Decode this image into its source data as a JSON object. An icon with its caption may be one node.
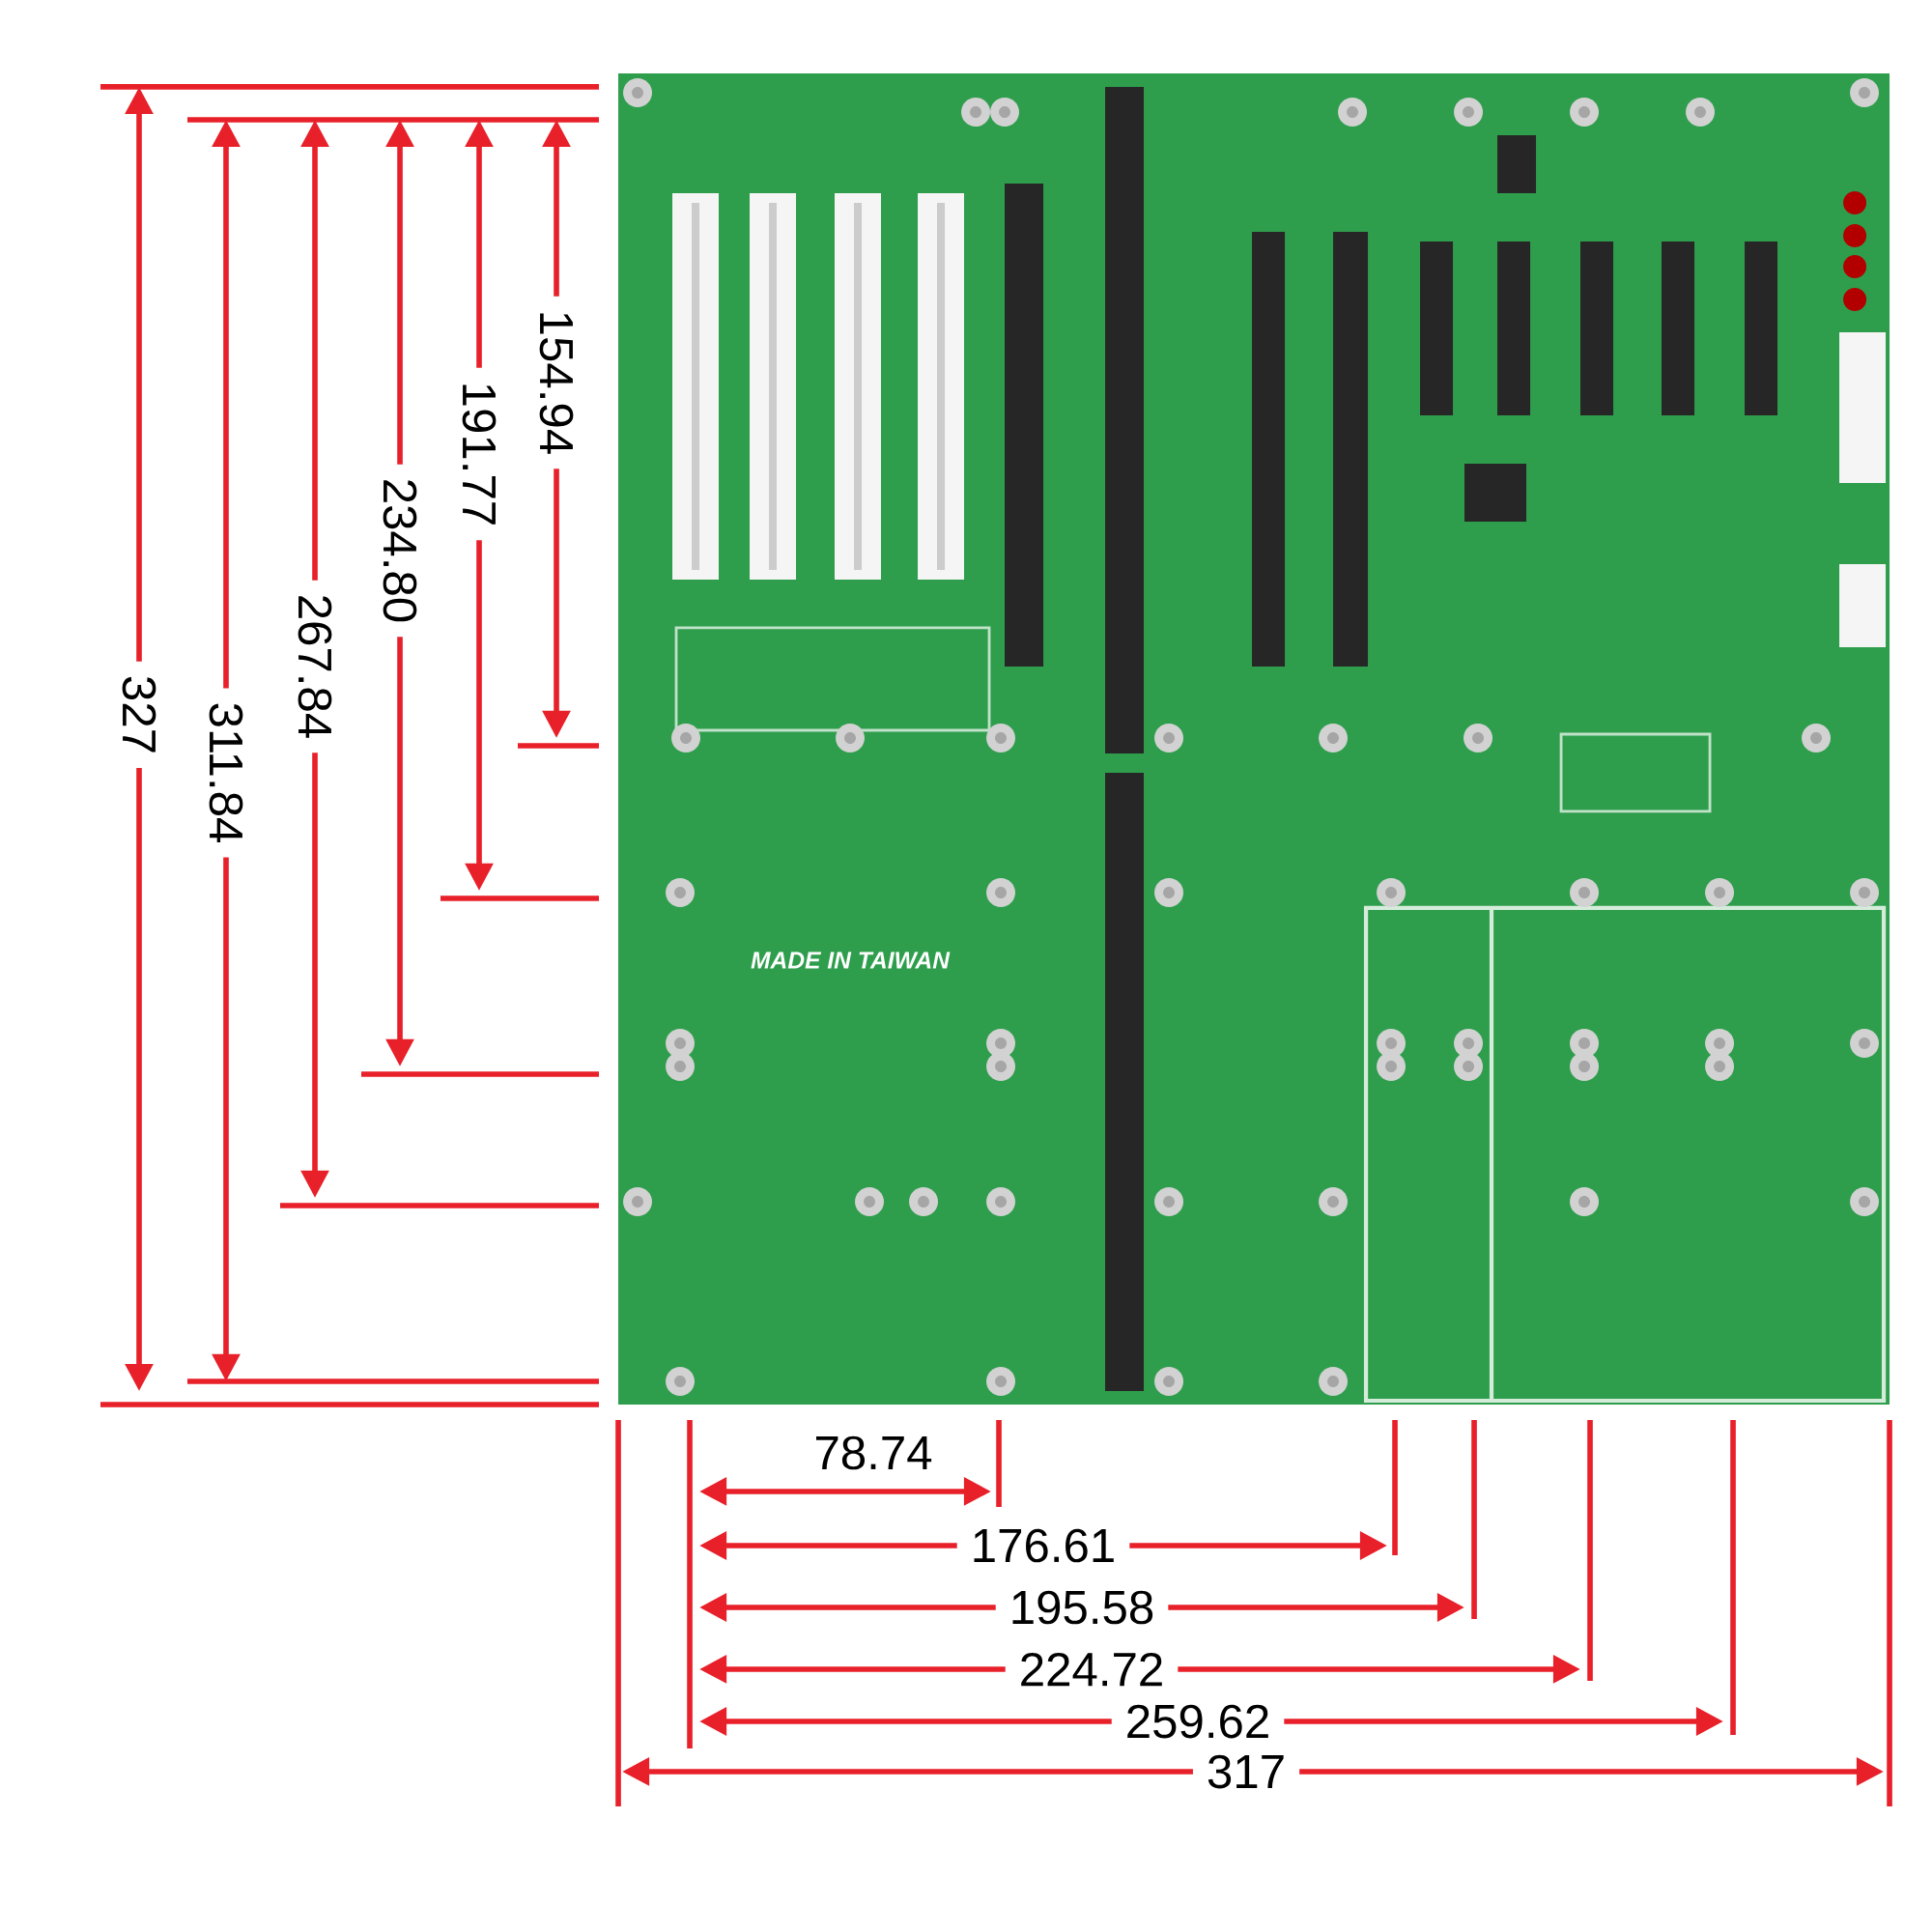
{
  "diagram": {
    "labels": [
      "154.94",
      "191.77",
      "234.80",
      "267.84",
      "311.84",
      "327",
      "78.74",
      "176.61",
      "195.58",
      "224.72",
      "259.62",
      "317",
      "MADE IN TAIWAN"
    ]
  }
}
